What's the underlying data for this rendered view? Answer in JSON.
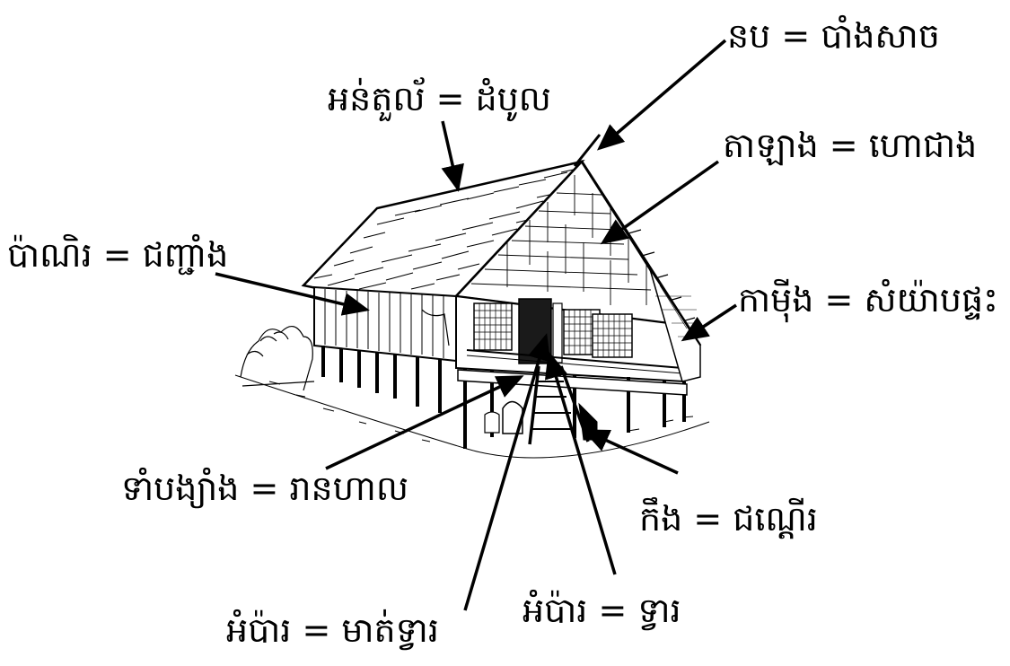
{
  "labels": {
    "ridge": "នប = បាំងសាច",
    "roof": "អន់តួល័ = ដំបូល",
    "gable": "តាឡាង = ហោជាង",
    "wall": "ប៉ាណិរ = ជញ្ជាំង",
    "porch": "កាម៉ីង = សំយ៉ាបផ្ទះ",
    "floor": "ទាំបង្យាំង = រានហាល",
    "stairs": "កឹង = ជណ្ដើរ",
    "doorway": "អំប៉ារ = មាត់ទ្វារ",
    "door": "អំប៉ារ = ទ្វារ"
  },
  "colors": {
    "ink": "#000000",
    "paper": "#ffffff"
  }
}
